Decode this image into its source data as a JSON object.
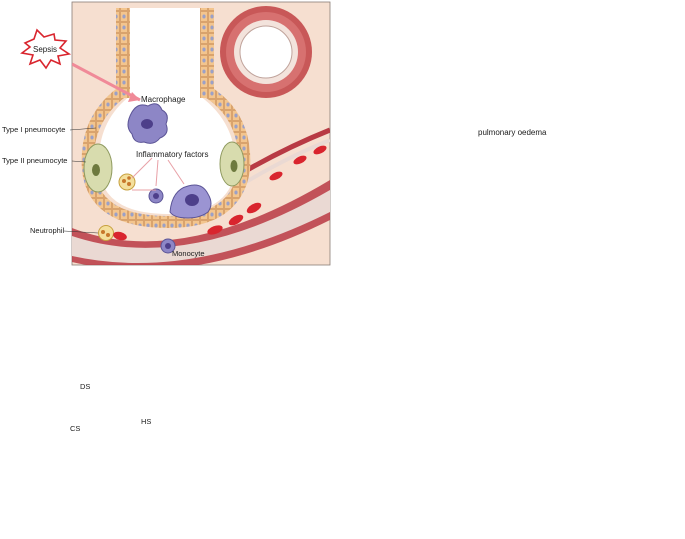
{
  "labels": {
    "sepsis": "Sepsis",
    "macrophage": "Macrophage",
    "type1": "Type I pneumocyte",
    "type2": "Type II pneumocyte",
    "inflammatory": "Inflammatory factors",
    "neutrophil": "Neutrophil",
    "monocyte": "Monocyte",
    "oedema": "pulmonary oedema",
    "ds": "DS",
    "hs": "HS",
    "cs": "CS"
  },
  "colors": {
    "panel_bg": "#f6dfd0",
    "alveolus_bg": "#ffffff",
    "oedema_fill": "#f7c4c2",
    "epithelium": "#f3c58e",
    "vessel_wall": "#b83a44",
    "vessel_lumen": "#ead9d3",
    "rbc": "#d9252e",
    "macrophage": "#8d86c6",
    "type2_cell": "#d8dcae",
    "arrow_gold": "#d8c08a",
    "arrow_red": "#dc3325",
    "glycocalyx_green": "#3c9a52",
    "glycocalyx_blue": "#2a63b5",
    "glycocalyx_purple": "#8b4aa6",
    "fibrosis_teal": "#7cb9ad"
  },
  "icons": {
    "sepsis": "starburst",
    "transition_arrow": "right-arrow",
    "detail_arrow": "red-right-arrow"
  }
}
